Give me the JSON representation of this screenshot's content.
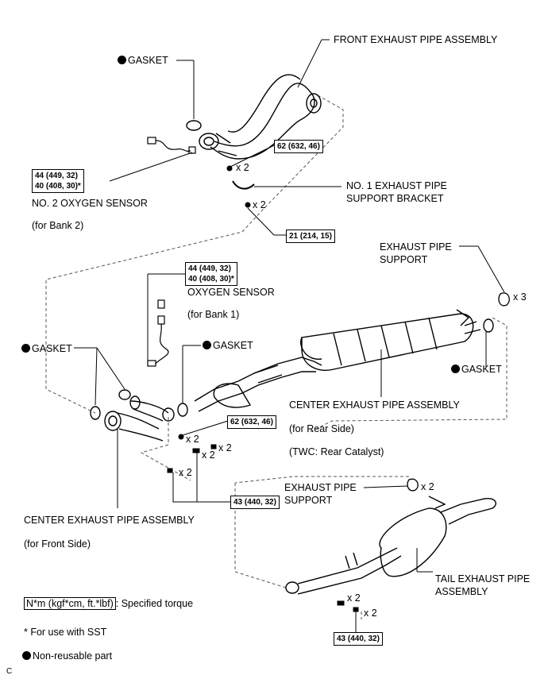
{
  "labels": {
    "front_pipe": "FRONT EXHAUST PIPE ASSEMBLY",
    "gasket": "GASKET",
    "no2_o2_sensor": "NO. 2 OXYGEN SENSOR",
    "for_bank2": "(for Bank 2)",
    "o2_sensor": "OXYGEN SENSOR",
    "for_bank1": "(for Bank 1)",
    "no1_bracket_line1": "NO. 1 EXHAUST PIPE",
    "no1_bracket_line2": "SUPPORT BRACKET",
    "exhaust_support_line1": "EXHAUST PIPE",
    "exhaust_support_line2": "SUPPORT",
    "center_pipe": "CENTER EXHAUST PIPE ASSEMBLY",
    "for_rear_side": "(for Rear Side)",
    "twc": "(TWC: Rear Catalyst)",
    "center_pipe_front": "CENTER EXHAUST PIPE ASSEMBLY",
    "for_front_side": "(for Front Side)",
    "tail_pipe_line1": "TAIL EXHAUST PIPE",
    "tail_pipe_line2": "ASSEMBLY"
  },
  "torques": {
    "t62": "62 (632, 46)",
    "t44": "44 (449, 32)",
    "t40": "40 (408, 30)*",
    "t21": "21 (214, 15)",
    "t43": "43 (440, 32)"
  },
  "quantities": {
    "x2": "x 2",
    "x3": "x 3"
  },
  "legend": {
    "torque_box": "N*m (kgf*cm, ft.*lbf)",
    "torque_text": ": Specified torque",
    "sst_note": "* For use with SST",
    "nonreusable": "Non-reusable part"
  },
  "corner_code": "C"
}
